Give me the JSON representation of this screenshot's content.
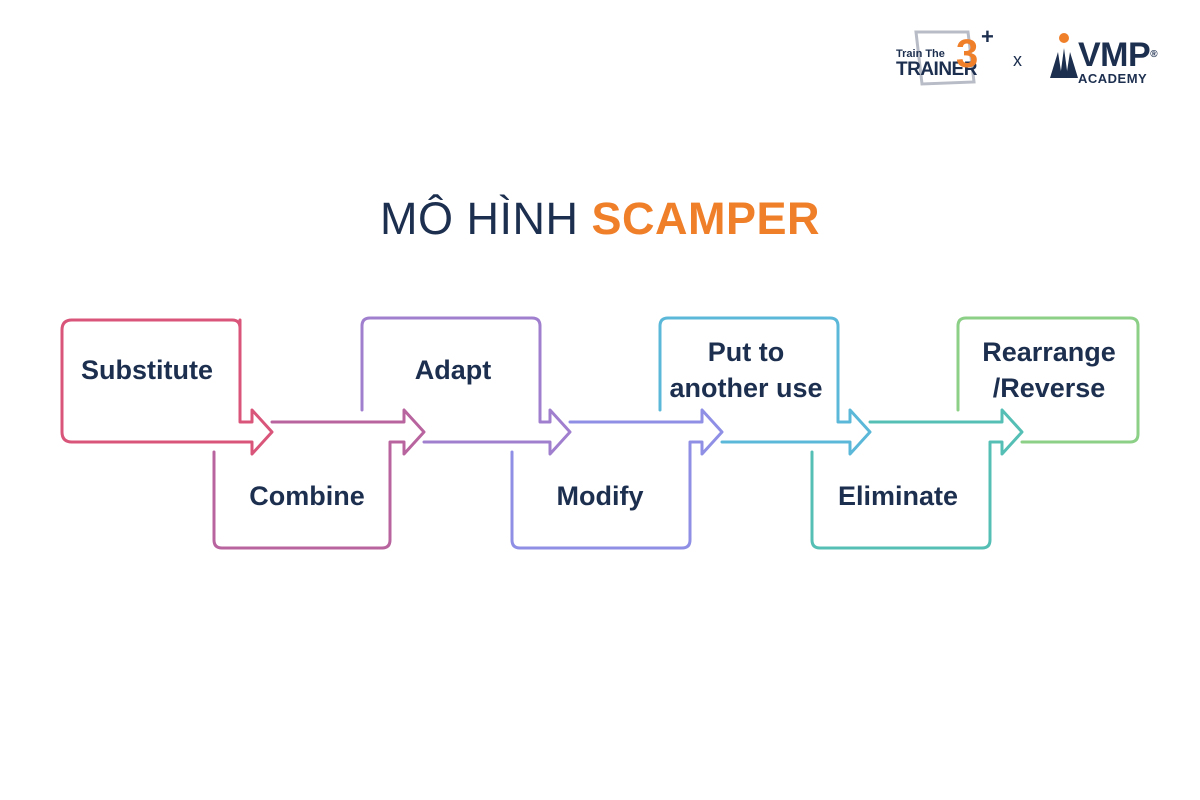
{
  "header": {
    "logo_left": {
      "line1": "Train The",
      "line2": "TRAINER",
      "number": "3",
      "plus": "+"
    },
    "separator": "x",
    "logo_right": {
      "name": "VMP",
      "reg": "®",
      "sub": "ACADEMY"
    }
  },
  "title": {
    "prefix": "MÔ HÌNH",
    "highlight": "SCAMPER"
  },
  "colors": {
    "title_accent": "#f07f2a",
    "text": "#1d2f4f",
    "substitute": "#d9557a",
    "combine": "#b8649e",
    "adapt": "#a07fcf",
    "modify": "#8f8fe6",
    "put_to_another_use": "#5cb8d8",
    "eliminate": "#55bfb5",
    "rearrange": "#8ccf86"
  },
  "steps": [
    {
      "id": "substitute",
      "label": "Substitute"
    },
    {
      "id": "combine",
      "label": "Combine"
    },
    {
      "id": "adapt",
      "label": "Adapt"
    },
    {
      "id": "modify",
      "label": "Modify"
    },
    {
      "id": "put_to_another_use",
      "label": "Put to\nanother use"
    },
    {
      "id": "eliminate",
      "label": "Eliminate"
    },
    {
      "id": "rearrange",
      "label": "Rearrange\n/Reverse"
    }
  ]
}
